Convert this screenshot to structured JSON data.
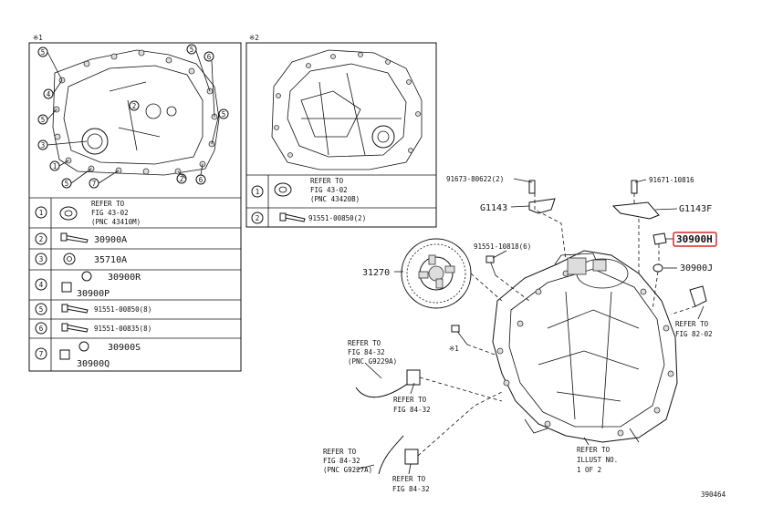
{
  "diagram": {
    "image_number": "390464",
    "left_box": {
      "marker": "※1",
      "rows": [
        {
          "index": "1",
          "parts": [
            "REFER TO",
            "FIG 43-02",
            "(PNC 43410M)"
          ]
        },
        {
          "index": "2",
          "parts": [
            "30900A"
          ]
        },
        {
          "index": "3",
          "parts": [
            "35710A"
          ]
        },
        {
          "index": "4",
          "parts": [
            "30900R",
            "30900P"
          ]
        },
        {
          "index": "5",
          "parts": [
            "91551-00850(8)"
          ]
        },
        {
          "index": "6",
          "parts": [
            "91551-00835(8)"
          ]
        },
        {
          "index": "7",
          "parts": [
            "30900S",
            "30900Q"
          ]
        }
      ]
    },
    "mid_box": {
      "marker": "※2",
      "rows": [
        {
          "index": "1",
          "parts": [
            "REFER TO",
            "FIG 43-02",
            "(PNC 43420B)"
          ]
        },
        {
          "index": "2",
          "parts": [
            "91551-00850(2)"
          ]
        }
      ]
    },
    "callouts": {
      "c91673": "91673-80622(2)",
      "c91671": "91671-10816",
      "cG1143": "G1143",
      "cG1143F": "G1143F",
      "c30900H": "30900H",
      "c30900J": "30900J",
      "c91551": "91551-10818(6)",
      "c31270": "31270",
      "star1": "※1",
      "ref8202_a": "REFER TO",
      "ref8202_b": "FIG 82-02",
      "ref8432a_a": "REFER TO",
      "ref8432a_b": "FIG 84-32",
      "ref8432a_c": "(PNC G9229A)",
      "ref8432b_a": "REFER TO",
      "ref8432b_b": "FIG 84-32",
      "ref8432c_a": "REFER TO",
      "ref8432c_b": "FIG 84-32",
      "ref8432c_c": "(PNC G9227A)",
      "ref8432d_a": "REFER TO",
      "ref8432d_b": "FIG 84-32",
      "illust_a": "REFER TO",
      "illust_b": "ILLUST NO.",
      "illust_c": "1 OF 2"
    },
    "highlight_color": "#d9262c"
  }
}
